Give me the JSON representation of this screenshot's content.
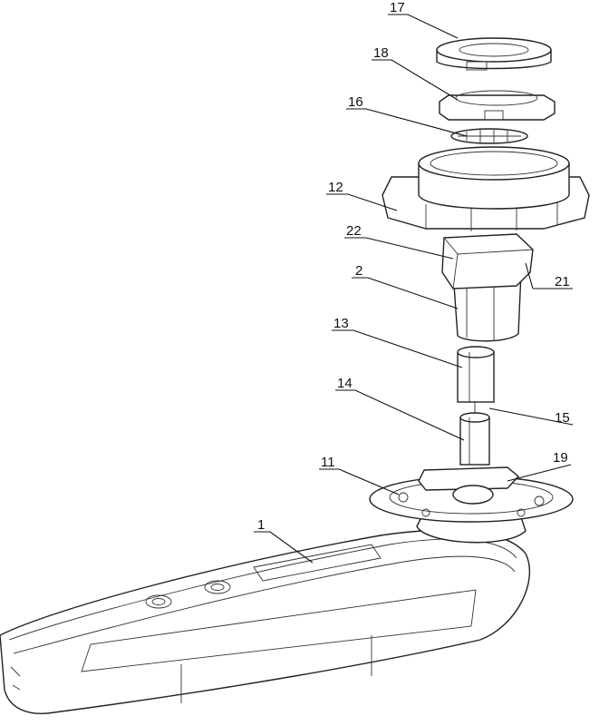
{
  "figure": {
    "labels": [
      {
        "id": "17",
        "text": "17"
      },
      {
        "id": "18",
        "text": "18"
      },
      {
        "id": "16",
        "text": "16"
      },
      {
        "id": "12",
        "text": "12"
      },
      {
        "id": "22",
        "text": "22"
      },
      {
        "id": "21",
        "text": "21"
      },
      {
        "id": "2",
        "text": "2"
      },
      {
        "id": "13",
        "text": "13"
      },
      {
        "id": "14",
        "text": "14"
      },
      {
        "id": "15",
        "text": "15"
      },
      {
        "id": "11",
        "text": "11"
      },
      {
        "id": "19",
        "text": "19"
      },
      {
        "id": "1",
        "text": "1"
      }
    ]
  }
}
